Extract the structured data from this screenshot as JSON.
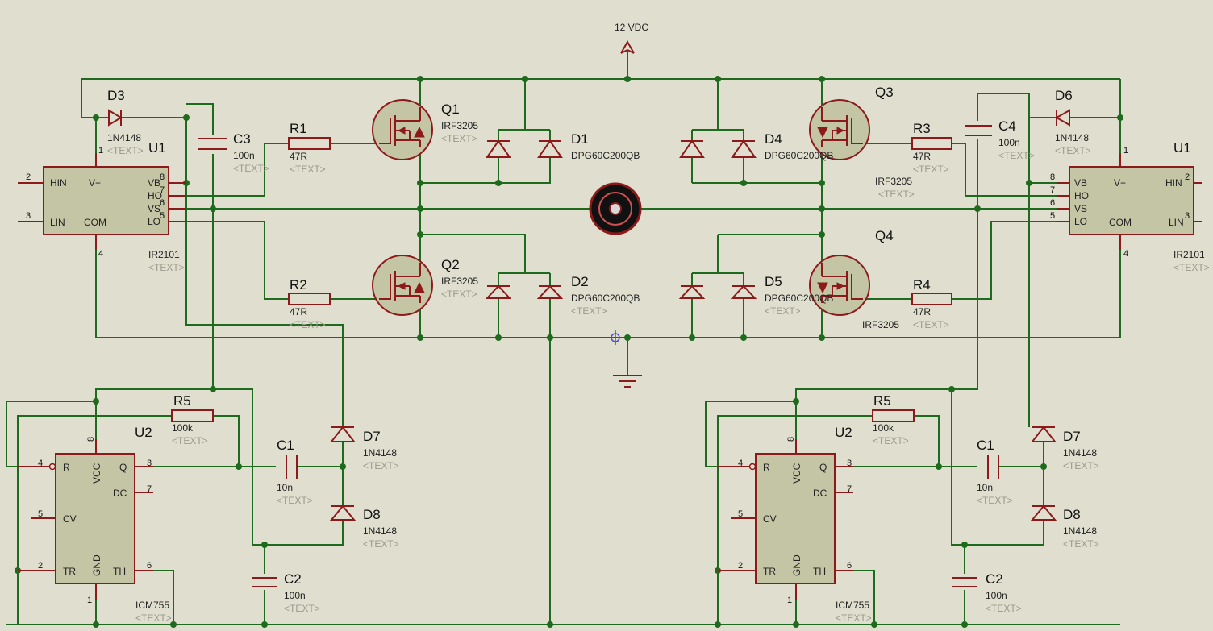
{
  "supply": {
    "label": "12 VDC"
  },
  "text_placeholder": "<TEXT>",
  "mosfets": [
    {
      "id": "Q1",
      "value": "IRF3205"
    },
    {
      "id": "Q2",
      "value": "IRF3205"
    },
    {
      "id": "Q3",
      "value": "IRF3205"
    },
    {
      "id": "Q4",
      "value": "IRF3205"
    }
  ],
  "diodes": [
    {
      "id": "D1",
      "value": "DPG60C200QB"
    },
    {
      "id": "D2",
      "value": "DPG60C200QB"
    },
    {
      "id": "D4",
      "value": "DPG60C200QB"
    },
    {
      "id": "D5",
      "value": "DPG60C200QB"
    },
    {
      "id": "D3",
      "value": "1N4148"
    },
    {
      "id": "D6",
      "value": "1N4148"
    },
    {
      "id": "D7",
      "value": "1N4148"
    },
    {
      "id": "D8",
      "value": "1N4148"
    }
  ],
  "resistors": [
    {
      "id": "R1",
      "value": "47R"
    },
    {
      "id": "R2",
      "value": "47R"
    },
    {
      "id": "R3",
      "value": "47R"
    },
    {
      "id": "R4",
      "value": "47R"
    },
    {
      "id": "R5",
      "value": "100k"
    }
  ],
  "capacitors": [
    {
      "id": "C3",
      "value": "100n"
    },
    {
      "id": "C4",
      "value": "100n"
    },
    {
      "id": "C1",
      "value": "10n"
    },
    {
      "id": "C2",
      "value": "100n"
    }
  ],
  "driver": {
    "ref": "U1",
    "value": "IR2101",
    "pins": {
      "hin": "HIN",
      "lin": "LIN",
      "vplus": "V+",
      "com": "COM",
      "vb": "VB",
      "ho": "HO",
      "vs": "VS",
      "lo": "LO"
    },
    "pin_numbers": {
      "hin": "2",
      "lin": "3",
      "vplus": "1",
      "com": "4",
      "vb": "8",
      "ho": "7",
      "vs": "6",
      "lo": "5"
    }
  },
  "timer": {
    "ref": "U2",
    "value": "ICM755",
    "pins": {
      "r": "R",
      "vcc": "VCC",
      "q": "Q",
      "dc": "DC",
      "cv": "CV",
      "tr": "TR",
      "gnd": "GND",
      "th": "TH"
    },
    "pin_numbers": {
      "r": "4",
      "vcc": "8",
      "q": "3",
      "dc": "7",
      "cv": "5",
      "tr": "2",
      "gnd": "1",
      "th": "6"
    }
  }
}
